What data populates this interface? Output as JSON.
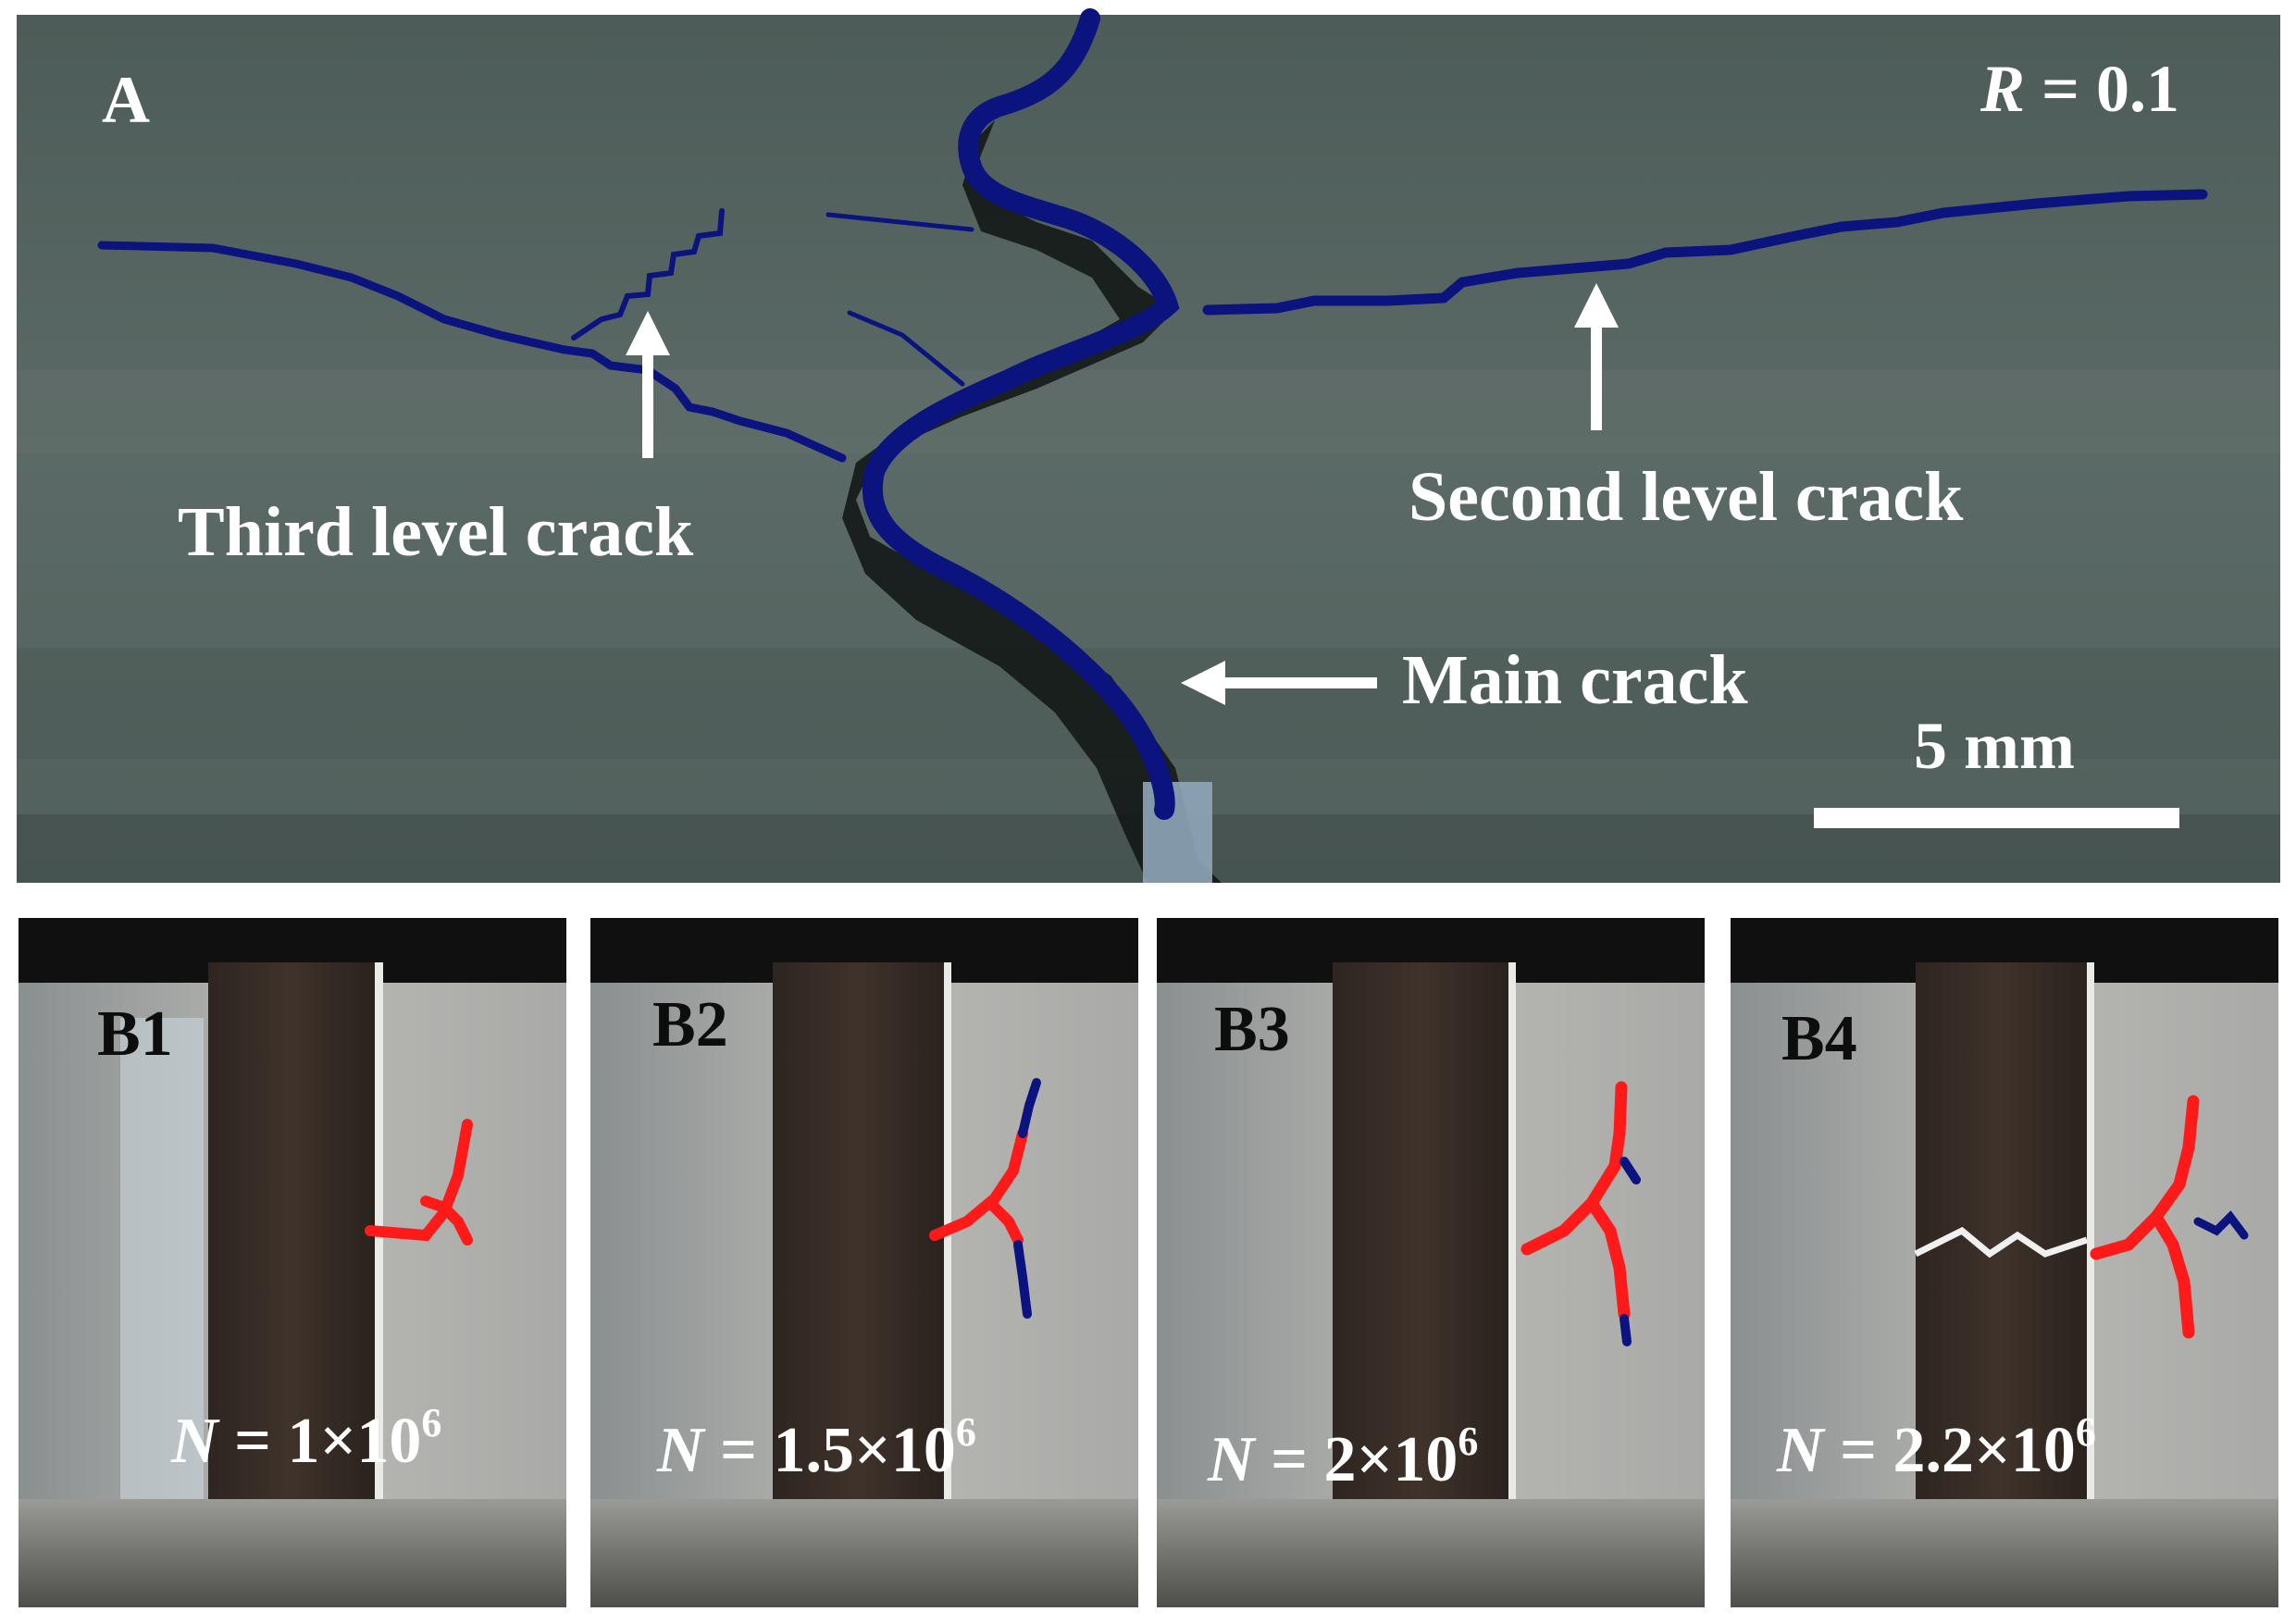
{
  "panel_a": {
    "label": "A",
    "ratio_symbol": "R",
    "ratio_value": " = 0.1",
    "annotations": {
      "third_level": "Third level crack",
      "second_level": "Second level crack",
      "main_crack": "Main crack"
    },
    "scale_bar": "5 mm",
    "colors": {
      "crack_trace": "#0b137e",
      "arrow": "#ffffff"
    }
  },
  "panels_b": [
    {
      "label": "B1",
      "symbol": "N",
      "eq": " = 1×10",
      "exp": "6"
    },
    {
      "label": "B2",
      "symbol": "N",
      "eq": " = 1.5×10",
      "exp": "6"
    },
    {
      "label": "B3",
      "symbol": "N",
      "eq": " = 2×10",
      "exp": "6"
    },
    {
      "label": "B4",
      "symbol": "N",
      "eq": " = 2.2×10",
      "exp": "6"
    }
  ],
  "colors": {
    "trace_red": "#ff1a1a",
    "trace_blue": "#0b137e"
  }
}
